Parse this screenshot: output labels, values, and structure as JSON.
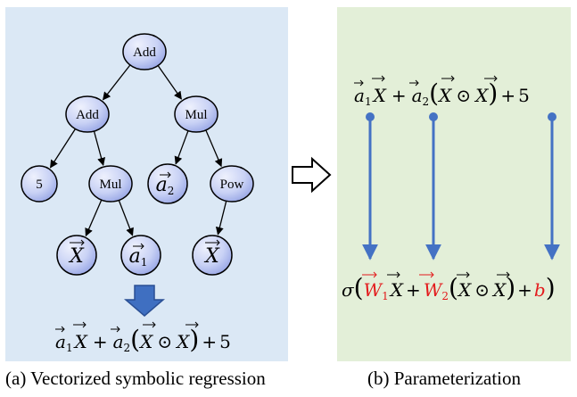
{
  "colors": {
    "panel_left_bg": "#dbe8f5",
    "panel_right_bg": "#e3efd8",
    "node_fill_light": "#e6ebfb",
    "node_fill_dark": "#a9b6ee",
    "node_stroke": "#000000",
    "arrow_blue": "#4472c4",
    "red": "#e31a1c"
  },
  "tree": {
    "nodes": [
      {
        "id": "add-root",
        "label": "Add",
        "kind": "op"
      },
      {
        "id": "add-left",
        "label": "Add",
        "kind": "op"
      },
      {
        "id": "mul-right",
        "label": "Mul",
        "kind": "op"
      },
      {
        "id": "const-5",
        "label": "5",
        "kind": "op"
      },
      {
        "id": "mul-left",
        "label": "Mul",
        "kind": "op"
      },
      {
        "id": "a2",
        "label": "a",
        "sub": "2",
        "kind": "var"
      },
      {
        "id": "pow",
        "label": "Pow",
        "kind": "op"
      },
      {
        "id": "x1",
        "label": "X",
        "kind": "var"
      },
      {
        "id": "a1",
        "label": "a",
        "sub": "1",
        "kind": "var"
      },
      {
        "id": "x2",
        "label": "X",
        "kind": "var"
      }
    ],
    "edges": [
      [
        "add-root",
        "add-left"
      ],
      [
        "add-root",
        "mul-right"
      ],
      [
        "add-left",
        "const-5"
      ],
      [
        "add-left",
        "mul-left"
      ],
      [
        "mul-right",
        "a2"
      ],
      [
        "mul-right",
        "pow"
      ],
      [
        "mul-left",
        "x1"
      ],
      [
        "mul-left",
        "a1"
      ],
      [
        "pow",
        "x2"
      ]
    ]
  },
  "formulas": {
    "left_bottom": "a₁X + a₂(X ⊙ X) + 5",
    "right_top": "a₁X + a₂(X ⊙ X) + 5",
    "right_bottom": "σ(W₁X + W₂(X ⊙ X) + b)"
  },
  "captions": {
    "a": "(a) Vectorized symbolic regression",
    "b": "(b) Parameterization"
  }
}
